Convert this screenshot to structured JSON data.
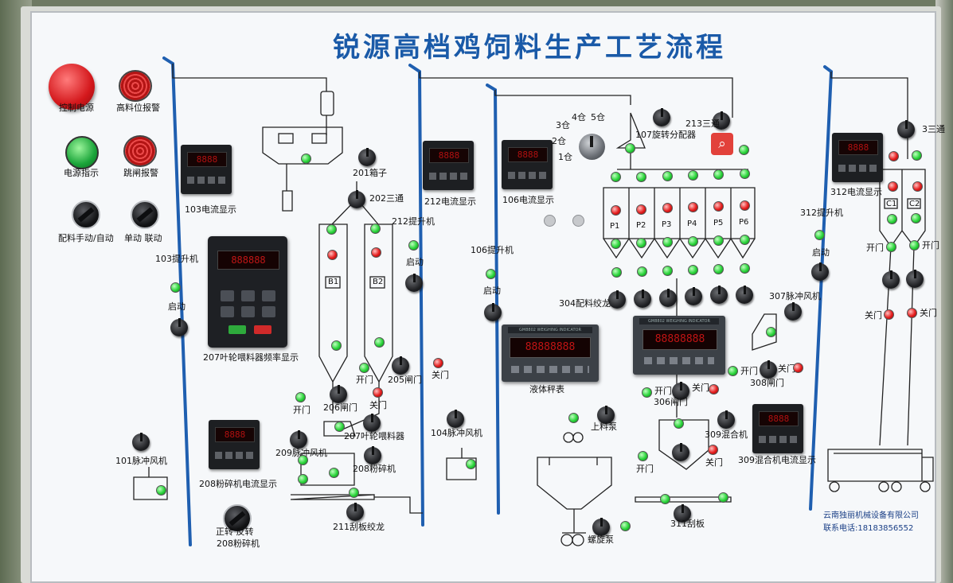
{
  "panel": {
    "title": "锐源高档鸡饲料生产工艺流程",
    "company": "云南独丽机械设备有限公司",
    "phone": "联系电话:18183856552"
  },
  "labels": {
    "emergency_power": "控制电源",
    "high_level_alarm": "高料位报警",
    "power_indicator": "电源指示",
    "trip_alarm": "跳闸报警",
    "batching_mode": "配料手动/自动",
    "single_linked": "单动 联动",
    "ammeter_103": "103电流显示",
    "elevator_103": "103提升机",
    "start_103": "启动",
    "vfd_207": "207叶轮喂料器频率显示",
    "fan_101": "101脉冲风机",
    "ammeter_208": "208粉碎机电流显示",
    "crusher_dir": "正转 反转",
    "crusher_208": "208粉碎机",
    "spreader_201": "201箱子",
    "valve_202": "202三通",
    "bin_b1": "B1",
    "bin_b2": "B2",
    "gate_206": "206闸门",
    "gate_206_close": "关门",
    "open_left": "开门",
    "bin_205_open": "开门",
    "bin_205": "205闸门",
    "close_gate": "关门",
    "feeder_207": "207叶轮喂料器",
    "fan_209": "209脉冲风机",
    "crusher_208b": "208粉碎机",
    "conveyor_211": "211刮板绞龙",
    "ammeter_212": "212电流显示",
    "elevator_212": "212提升机",
    "start_212": "启动",
    "fan_104": "104脉冲风机",
    "ammeter_106": "106电流显示",
    "elevator_106": "106提升机",
    "start_106": "启动",
    "weighing_1": "液体秤表",
    "lift_pump": "上料泵",
    "screw_mixer": "螺旋泵",
    "bin_1": "1仓",
    "bin_2": "2仓",
    "bin_3": "3仓",
    "bin_4": "4仓",
    "bin_5": "5仓",
    "rotary_107": "107旋转分配器",
    "valve_213": "213三通",
    "p1": "P1",
    "p2": "P2",
    "p3": "P3",
    "p4": "P4",
    "p5": "P5",
    "p6": "P6",
    "batching_screw_304": "304配料绞龙",
    "fan_307": "307脉冲风机",
    "gate_open_a": "开门",
    "gate_close_a": "关门",
    "gate_306": "306闸门",
    "gate_open_b": "开门",
    "gate_close_b": "关门",
    "gate_308": "308闸门",
    "mixer_309": "309混合机",
    "ammeter_309": "309混合机电流显示",
    "gate_open_c": "开门",
    "gate_close_c": "关门",
    "conveyor_311": "311刮板",
    "ammeter_312": "312电流显示",
    "elevator_312": "312提升机",
    "start_312": "启动",
    "valve_3": "3三通",
    "c1": "C1",
    "c2": "C2",
    "open_c1": "开门",
    "open_c2": "开门",
    "close_c1": "关门",
    "close_c2": "关门",
    "wi_brand_1": "GM8802 WEIGHING INDICATOR",
    "wi_brand_2": "GM8802 WEIGHING INDICATOR"
  },
  "displays": {
    "ammeter_103": "8888",
    "ammeter_208": "8888",
    "ammeter_212": "8888",
    "ammeter_106": "8888",
    "ammeter_309": "8888",
    "ammeter_312": "8888",
    "vfd_207": "888888",
    "weigh_1": "88888888",
    "weigh_2": "88888888"
  },
  "icons": {
    "zoom": "magnifier-icon"
  },
  "colors": {
    "pipe": "#1f5fb0",
    "title": "#1a5aa8",
    "led_green": "#2ad43a",
    "led_red": "#e51d1d"
  }
}
